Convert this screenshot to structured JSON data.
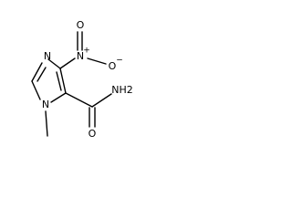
{
  "molecule": {
    "atoms": {
      "n3": "N",
      "n1": "N",
      "n_nitro": "N",
      "o_nitro_top": "O",
      "o_nitro_right": "O",
      "o_amide": "O",
      "nh2": "NH2"
    },
    "charges": {
      "n_nitro": "+",
      "o_nitro_right": "−"
    }
  }
}
